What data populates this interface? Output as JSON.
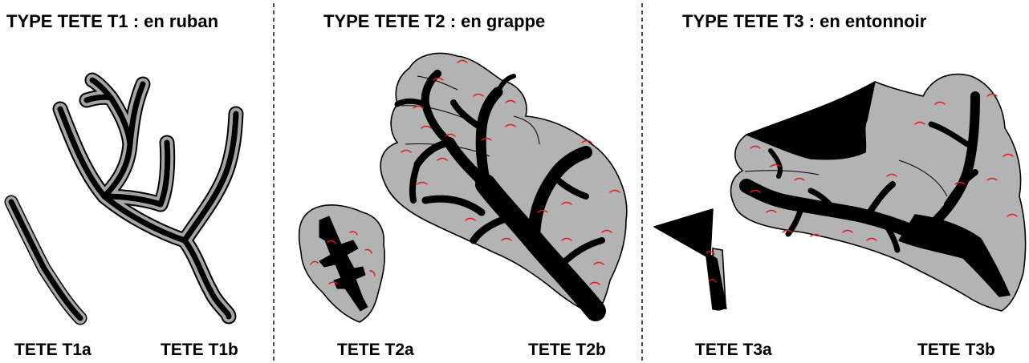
{
  "panels": [
    {
      "title": "TYPE TETE T1 : en ruban",
      "labels": [
        "TETE T1a",
        "TETE T1b"
      ]
    },
    {
      "title": "TYPE TETE T2 : en grappe",
      "labels": [
        "TETE T2a",
        "TETE T2b"
      ]
    },
    {
      "title": "TYPE TETE T3 : en entonnoir",
      "labels": [
        "TETE T3a",
        "TETE T3b"
      ]
    }
  ],
  "colors": {
    "tissue": "#b3b3b3",
    "channel": "#000000",
    "accent": "#e0191b"
  }
}
